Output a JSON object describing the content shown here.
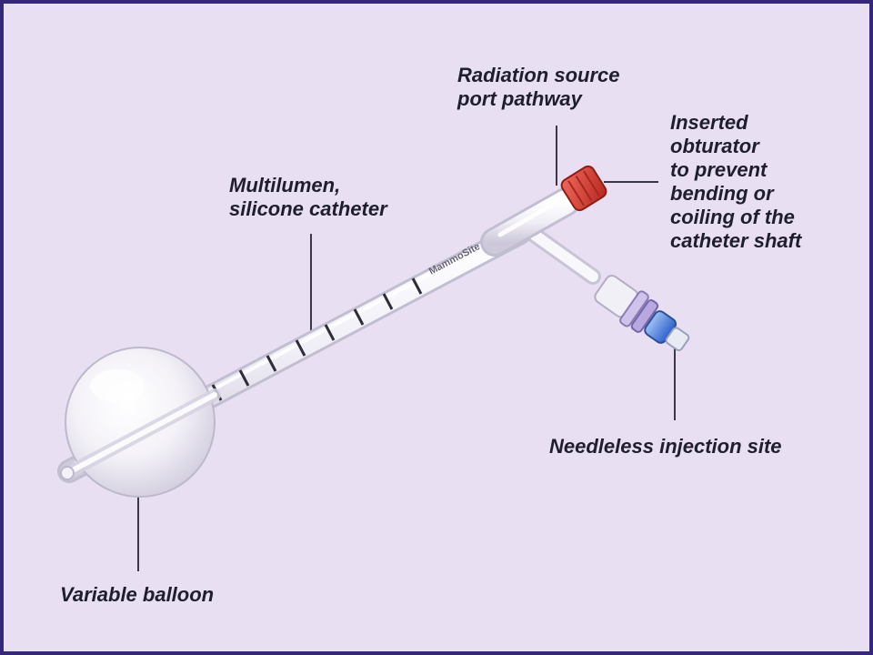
{
  "labels": {
    "radiation_source": "Radiation source\nport pathway",
    "obturator": "Inserted\nobturator\nto prevent\nbending or\ncoiling of the\ncatheter shaft",
    "catheter": "Multilumen,\nsilicone catheter",
    "injection_site": "Needleless injection site",
    "balloon": "Variable balloon"
  },
  "device": {
    "brand_text": "MammoSite"
  },
  "colors": {
    "background": "#e8e0f2",
    "border": "#35287a",
    "obturator_cap": "#d8382e",
    "injection_accent": "#3a6ed8",
    "leader_line": "#3a3a46"
  }
}
